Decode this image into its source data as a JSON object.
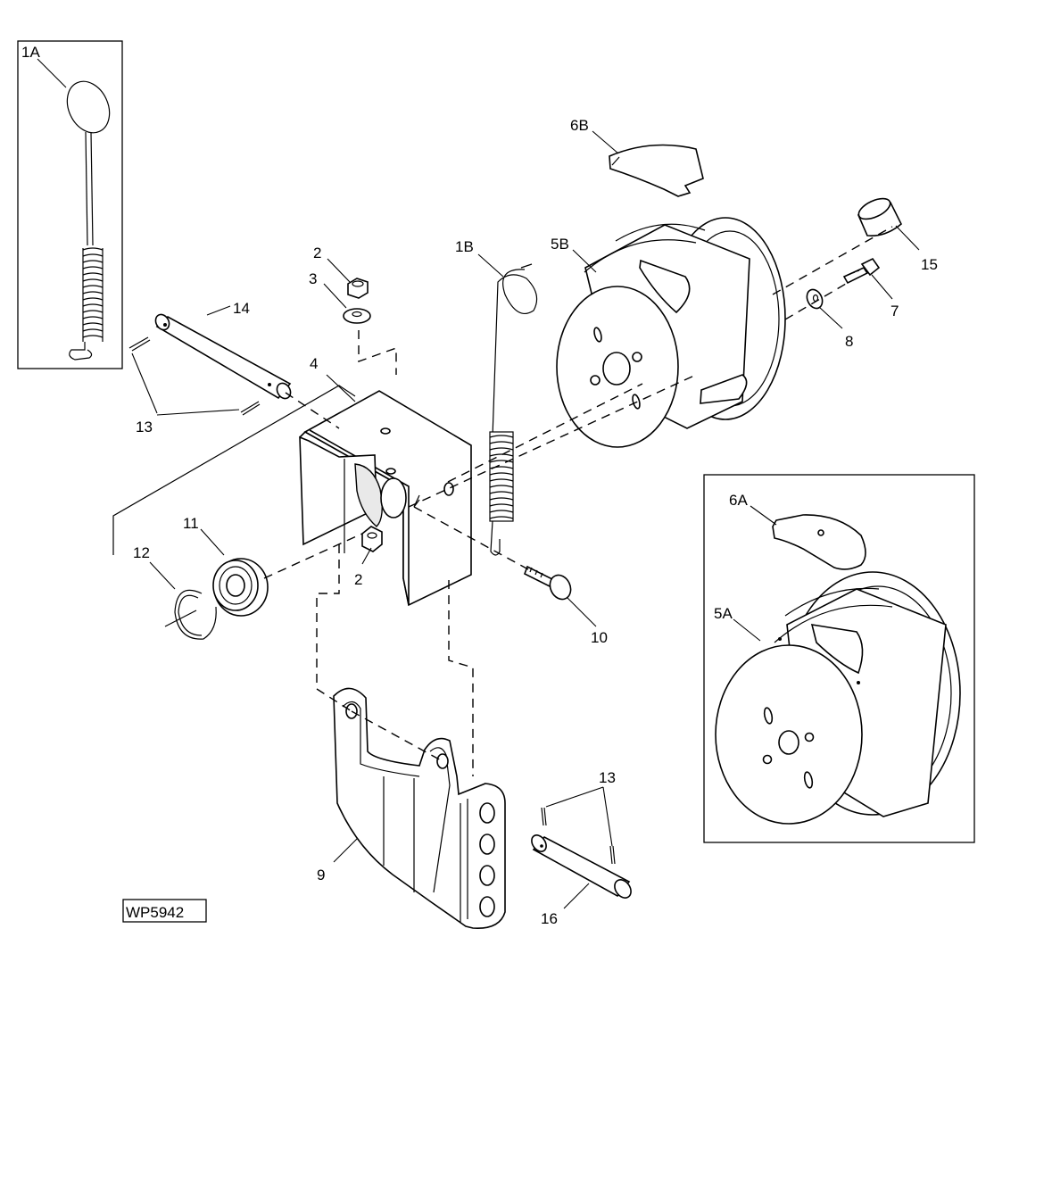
{
  "figure_id": "WP5942",
  "labels": {
    "l_1A": "1A",
    "l_1B": "1B",
    "l_2a": "2",
    "l_2b": "2",
    "l_3": "3",
    "l_4": "4",
    "l_5A": "5A",
    "l_5B": "5B",
    "l_6A": "6A",
    "l_6B": "6B",
    "l_7": "7",
    "l_8": "8",
    "l_9": "9",
    "l_10": "10",
    "l_11": "11",
    "l_12": "12",
    "l_13a": "13",
    "l_13b": "13",
    "l_14": "14",
    "l_15": "15",
    "l_16": "16"
  }
}
